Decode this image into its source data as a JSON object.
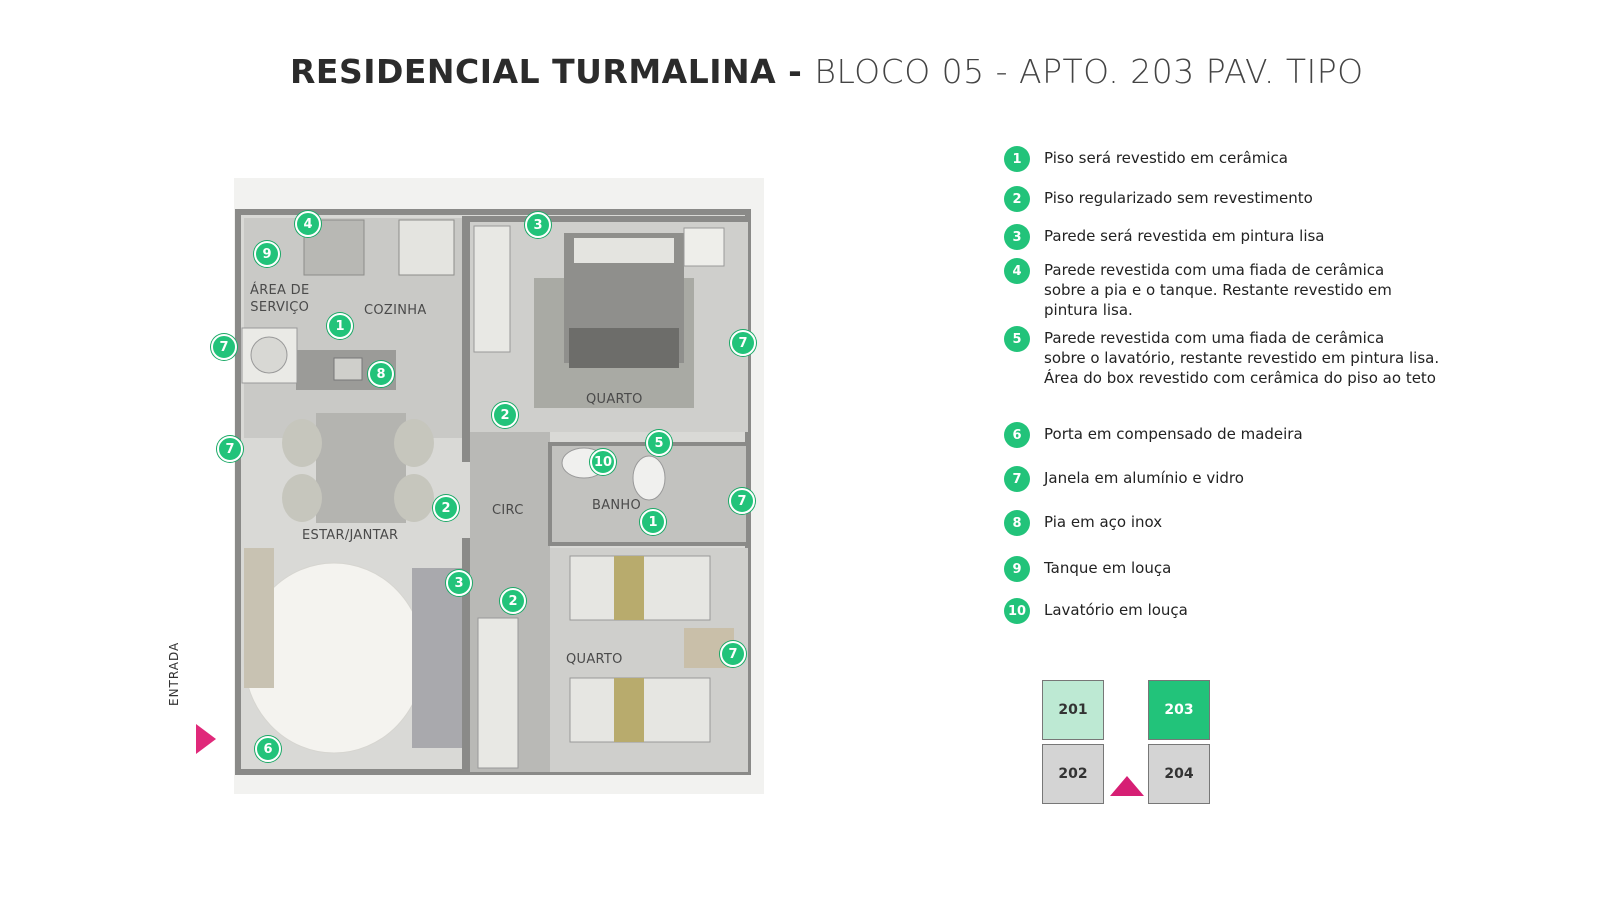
{
  "title": {
    "bold": "RESIDENCIAL TURMALINA",
    "separator": " - ",
    "light": "BLOCO 05 - APTO. 203 PAV. TIPO"
  },
  "rooms": {
    "area_servico": "ÁREA DE\nSERVIÇO",
    "cozinha": "COZINHA",
    "quarto_1": "QUARTO",
    "circ": "CIRC",
    "banho": "BANHO",
    "estar_jantar": "ESTAR/JANTAR",
    "quarto_2": "QUARTO"
  },
  "entrada": "ENTRADA",
  "markers": [
    "4",
    "9",
    "1",
    "3",
    "7",
    "7",
    "8",
    "2",
    "5",
    "10",
    "7",
    "2",
    "7",
    "1",
    "3",
    "2",
    "7",
    "6"
  ],
  "legend": [
    {
      "num": "1",
      "text": "Piso será revestido em cerâmica"
    },
    {
      "num": "2",
      "text": "Piso regularizado sem revestimento"
    },
    {
      "num": "3",
      "text": "Parede será revestida em pintura lisa"
    },
    {
      "num": "4",
      "text": "Parede revestida com uma fiada de cerâmica\nsobre a pia e o tanque. Restante revestido em\npintura lisa."
    },
    {
      "num": "5",
      "text": "Parede revestida com uma fiada de cerâmica\nsobre o lavatório, restante revestido em pintura lisa.\nÁrea do box revestido com cerâmica do piso ao teto"
    },
    {
      "num": "6",
      "text": "Porta em compensado de madeira"
    },
    {
      "num": "7",
      "text": "Janela em alumínio e vidro"
    },
    {
      "num": "8",
      "text": "Pia em aço inox"
    },
    {
      "num": "9",
      "text": "Tanque em louça"
    },
    {
      "num": "10",
      "text": "Lavatório em louça"
    }
  ],
  "units": [
    "201",
    "203",
    "202",
    "204"
  ],
  "colors": {
    "accent_green": "#22c37a",
    "light_green": "#bde9d3",
    "entrance_pink": "#e0297a"
  }
}
